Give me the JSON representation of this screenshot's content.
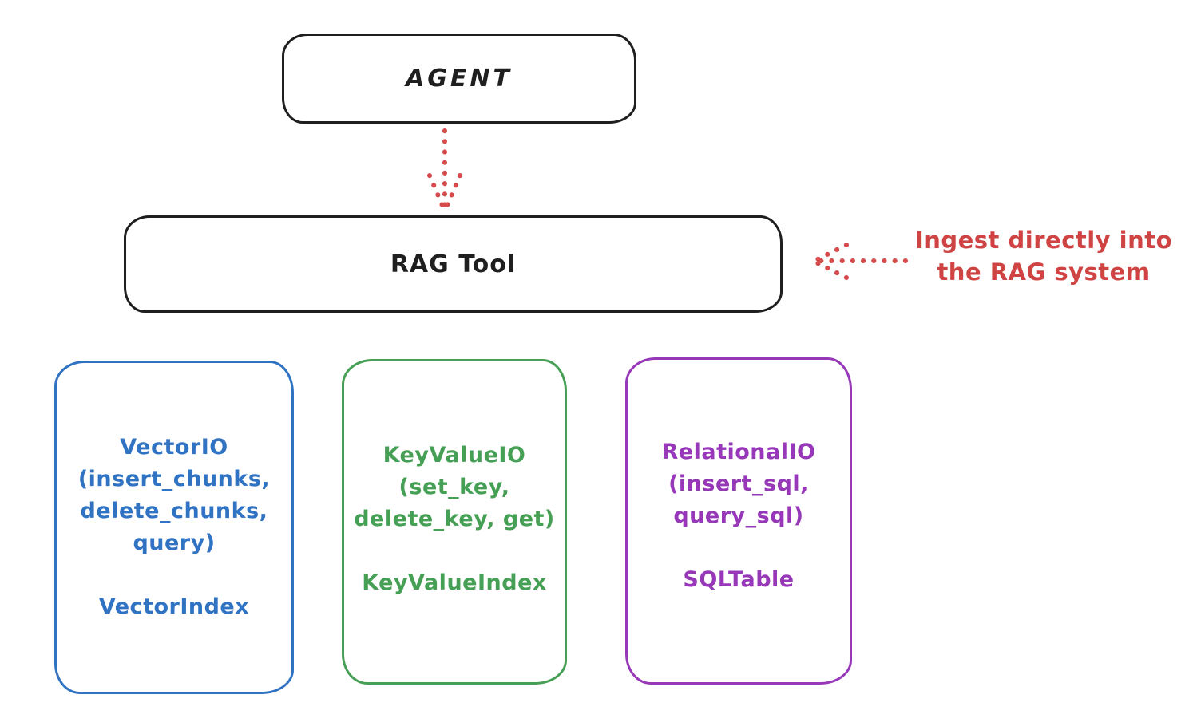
{
  "agent_box": {
    "label": "AGENT"
  },
  "rag_tool_box": {
    "label": "RAG Tool"
  },
  "annotation": {
    "line1": "Ingest directly into",
    "line2": "the RAG system"
  },
  "storage_boxes": [
    {
      "name": "vector-io",
      "color": "#3173c3",
      "lines": [
        "VectorIO",
        "(insert_chunks,",
        "delete_chunks,",
        "query)"
      ],
      "index_label": "VectorIndex"
    },
    {
      "name": "keyvalue-io",
      "color": "#459f54",
      "lines": [
        "KeyValueIO",
        "(set_key,",
        "delete_key, get)"
      ],
      "index_label": "KeyValueIndex"
    },
    {
      "name": "relational-io",
      "color": "#9638b8",
      "lines": [
        "RelationalIO",
        "(insert_sql,",
        "query_sql)"
      ],
      "index_label": "SQLTable"
    }
  ],
  "colors": {
    "stroke": "#1f1f1f",
    "arrow_red": "#cf4343",
    "blue": "#3173c3",
    "green": "#459f54",
    "purple": "#9638b8",
    "background": "#ffffff"
  }
}
